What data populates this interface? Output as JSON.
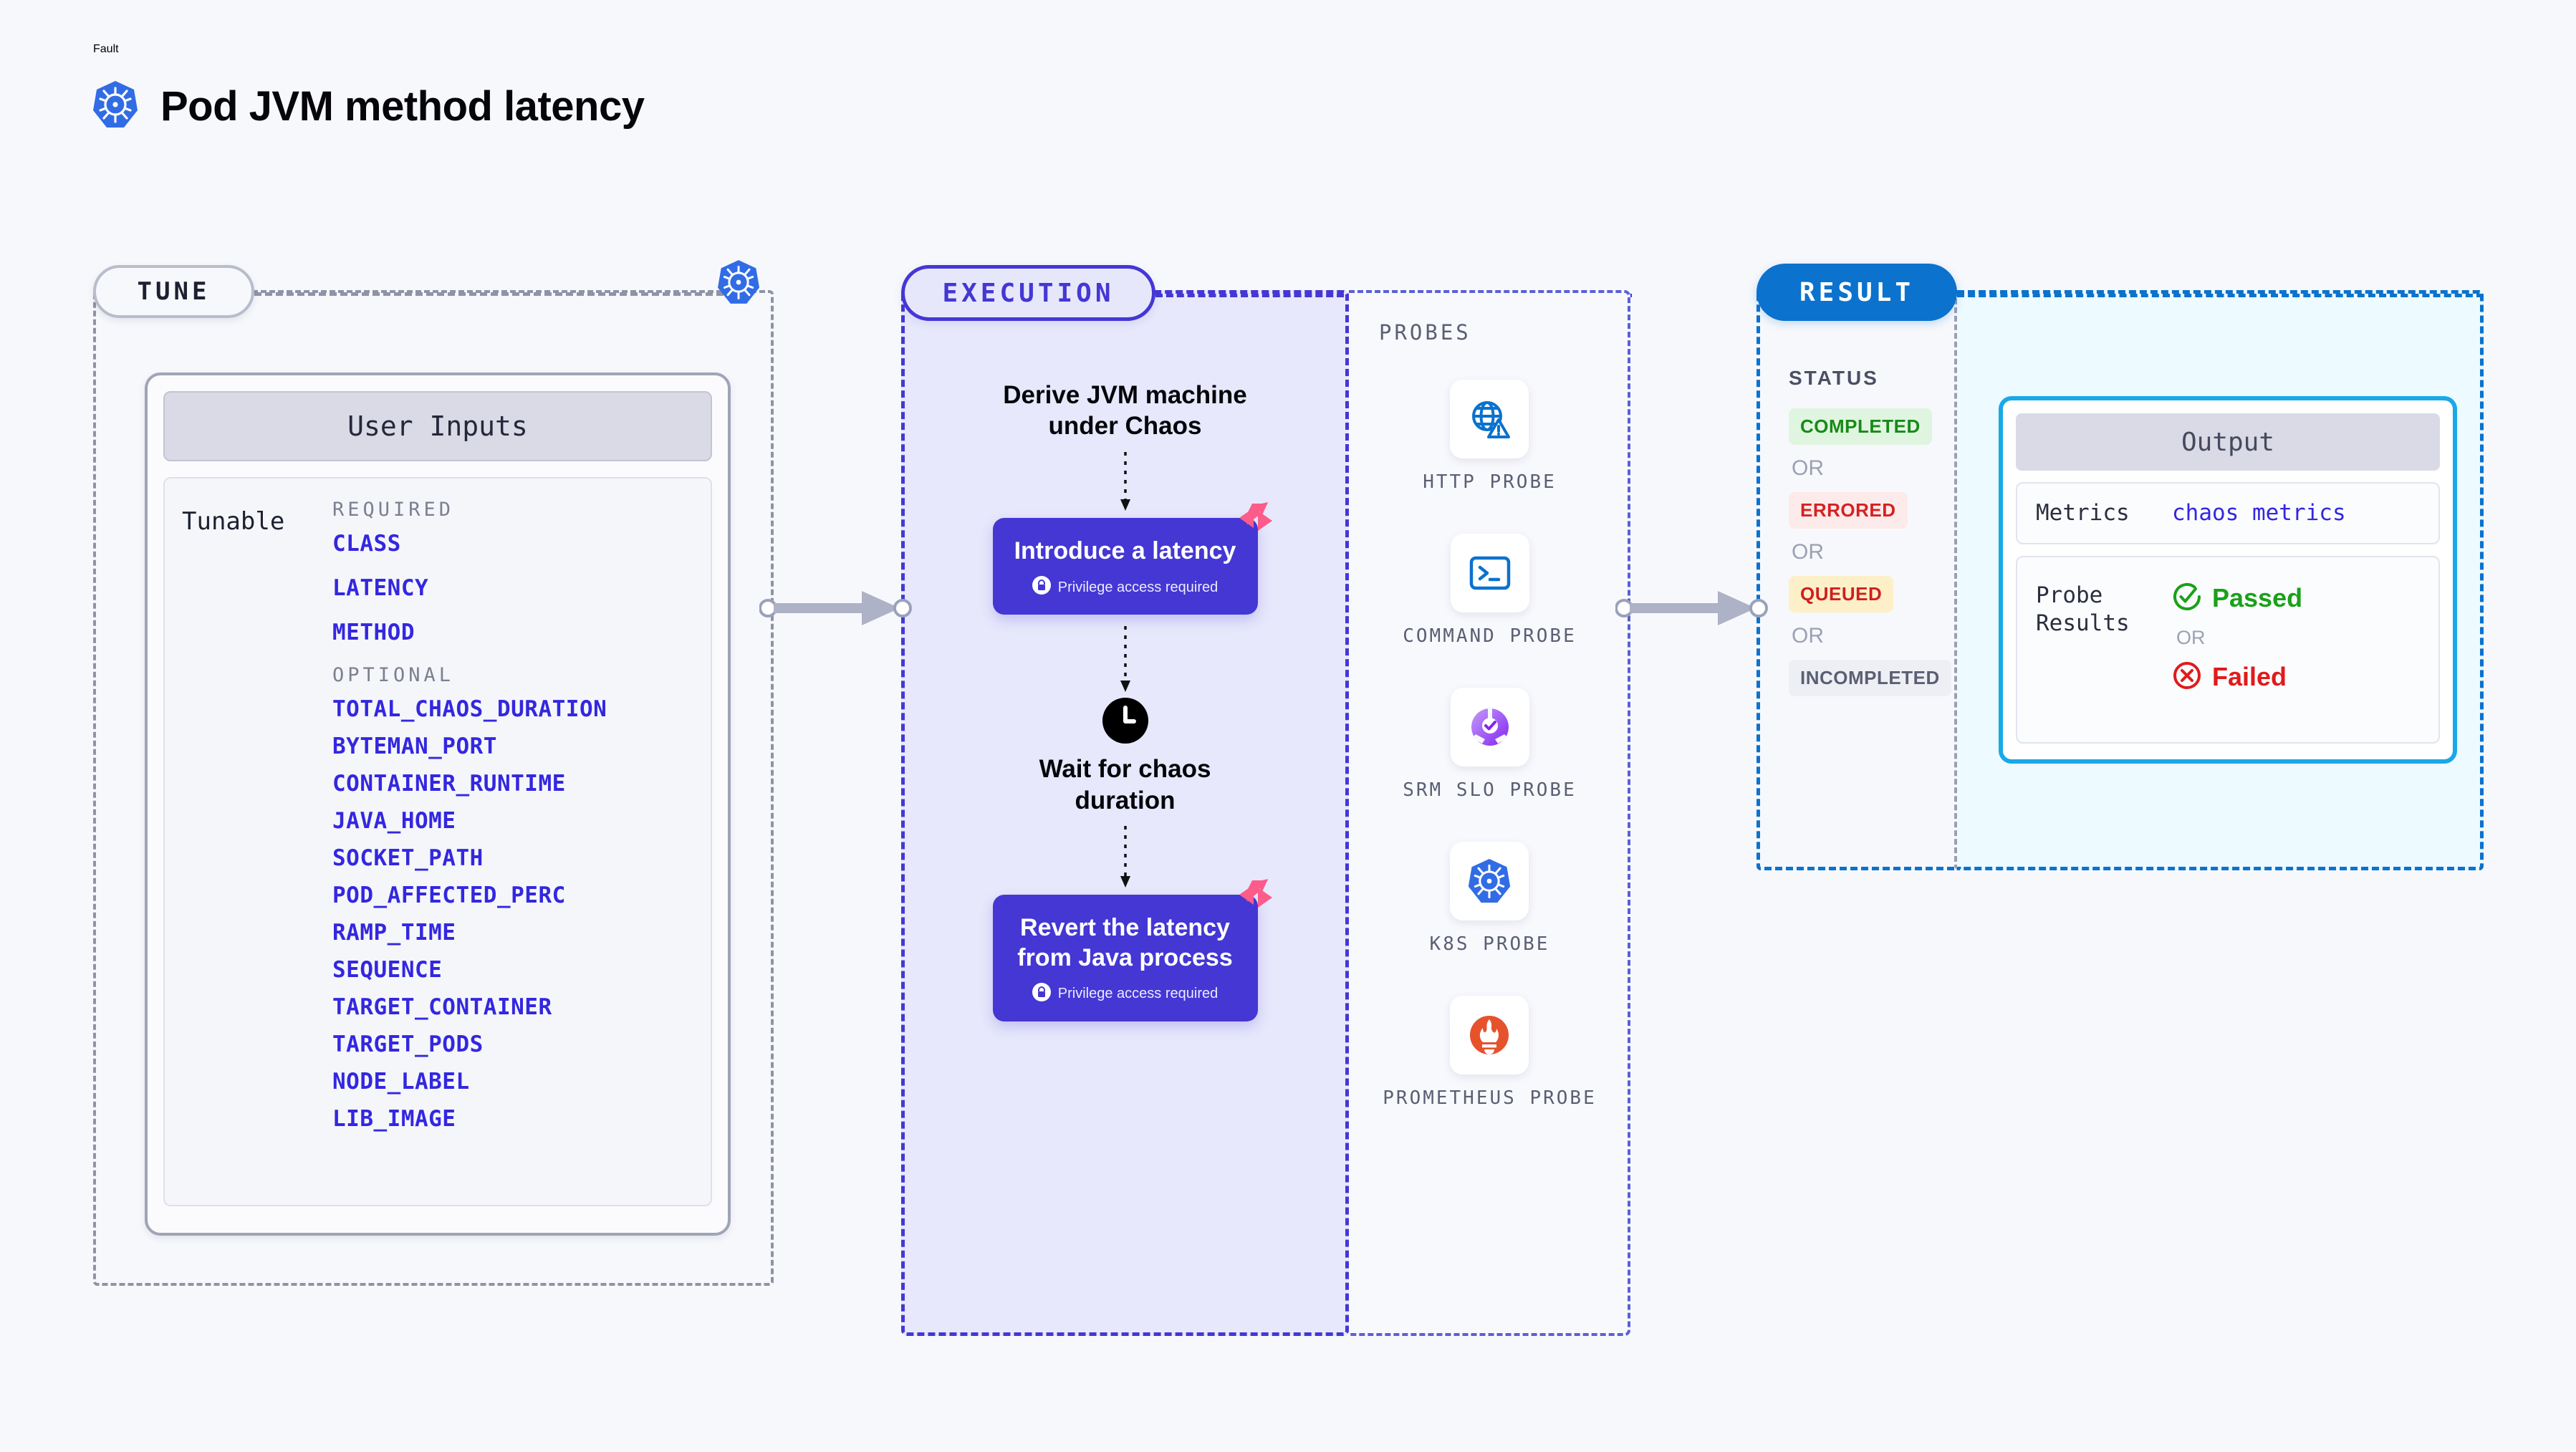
{
  "header": {
    "kicker": "Fault",
    "title": "Pod JVM method latency",
    "icon": "kubernetes-icon"
  },
  "panels": {
    "tune": {
      "label": "TUNE"
    },
    "execution": {
      "label": "EXECUTION"
    },
    "probes": {
      "label": "PROBES"
    },
    "result": {
      "label": "RESULT"
    }
  },
  "user_inputs": {
    "card_title": "User Inputs",
    "row_label": "Tunable",
    "required_title": "REQUIRED",
    "required": [
      "CLASS",
      "LATENCY",
      "METHOD"
    ],
    "optional_title": "OPTIONAL",
    "optional": [
      "TOTAL_CHAOS_DURATION",
      "BYTEMAN_PORT",
      "CONTAINER_RUNTIME",
      "JAVA_HOME",
      "SOCKET_PATH",
      "POD_AFFECTED_PERC",
      "RAMP_TIME",
      "SEQUENCE",
      "TARGET_CONTAINER",
      "TARGET_PODS",
      "NODE_LABEL",
      "LIB_IMAGE"
    ]
  },
  "execution_flow": {
    "step1_text": "Derive JVM machine\nunder Chaos",
    "card1_title": "Introduce a latency",
    "card1_privilege": "Privilege access required",
    "step2_text": "Wait for chaos\nduration",
    "card2_title": "Revert the latency\nfrom Java process",
    "card2_privilege": "Privilege access required",
    "clock_icon": "clock-icon",
    "lock_icon": "lock-icon",
    "badge_icon": "litmus-chaos-icon"
  },
  "probes": [
    {
      "name": "HTTP PROBE",
      "icon": "globe-warning-icon"
    },
    {
      "name": "COMMAND PROBE",
      "icon": "terminal-icon"
    },
    {
      "name": "SRM SLO PROBE",
      "icon": "slo-gauge-icon"
    },
    {
      "name": "K8S PROBE",
      "icon": "kubernetes-icon"
    },
    {
      "name": "PROMETHEUS PROBE",
      "icon": "prometheus-icon"
    }
  ],
  "result": {
    "status_title": "STATUS",
    "or_label": "OR",
    "statuses": [
      {
        "label": "COMPLETED",
        "bg": "#e0f5e0",
        "color": "#188a18"
      },
      {
        "label": "ERRORED",
        "bg": "#fdeaea",
        "color": "#d32222"
      },
      {
        "label": "QUEUED",
        "bg": "#fdf0c9",
        "color": "#cf1f1f"
      },
      {
        "label": "INCOMPLETED",
        "bg": "#eeeff5",
        "color": "#5a5f73"
      }
    ]
  },
  "output": {
    "title": "Output",
    "metrics_label": "Metrics",
    "metrics_value": "chaos metrics",
    "probe_results_label": "Probe\nResults",
    "passed_label": "Passed",
    "or_label": "OR",
    "failed_label": "Failed",
    "passed_icon": "check-circle-icon",
    "failed_icon": "x-circle-icon"
  },
  "colors": {
    "background": "#f7f8fc",
    "execution_accent": "#4437d4",
    "result_accent": "#0b72ce",
    "output_accent": "#19a8e8",
    "param_link": "#3327e0",
    "kubernetes_blue": "#326ce5",
    "litmus_pink": "#fb5c8a"
  }
}
